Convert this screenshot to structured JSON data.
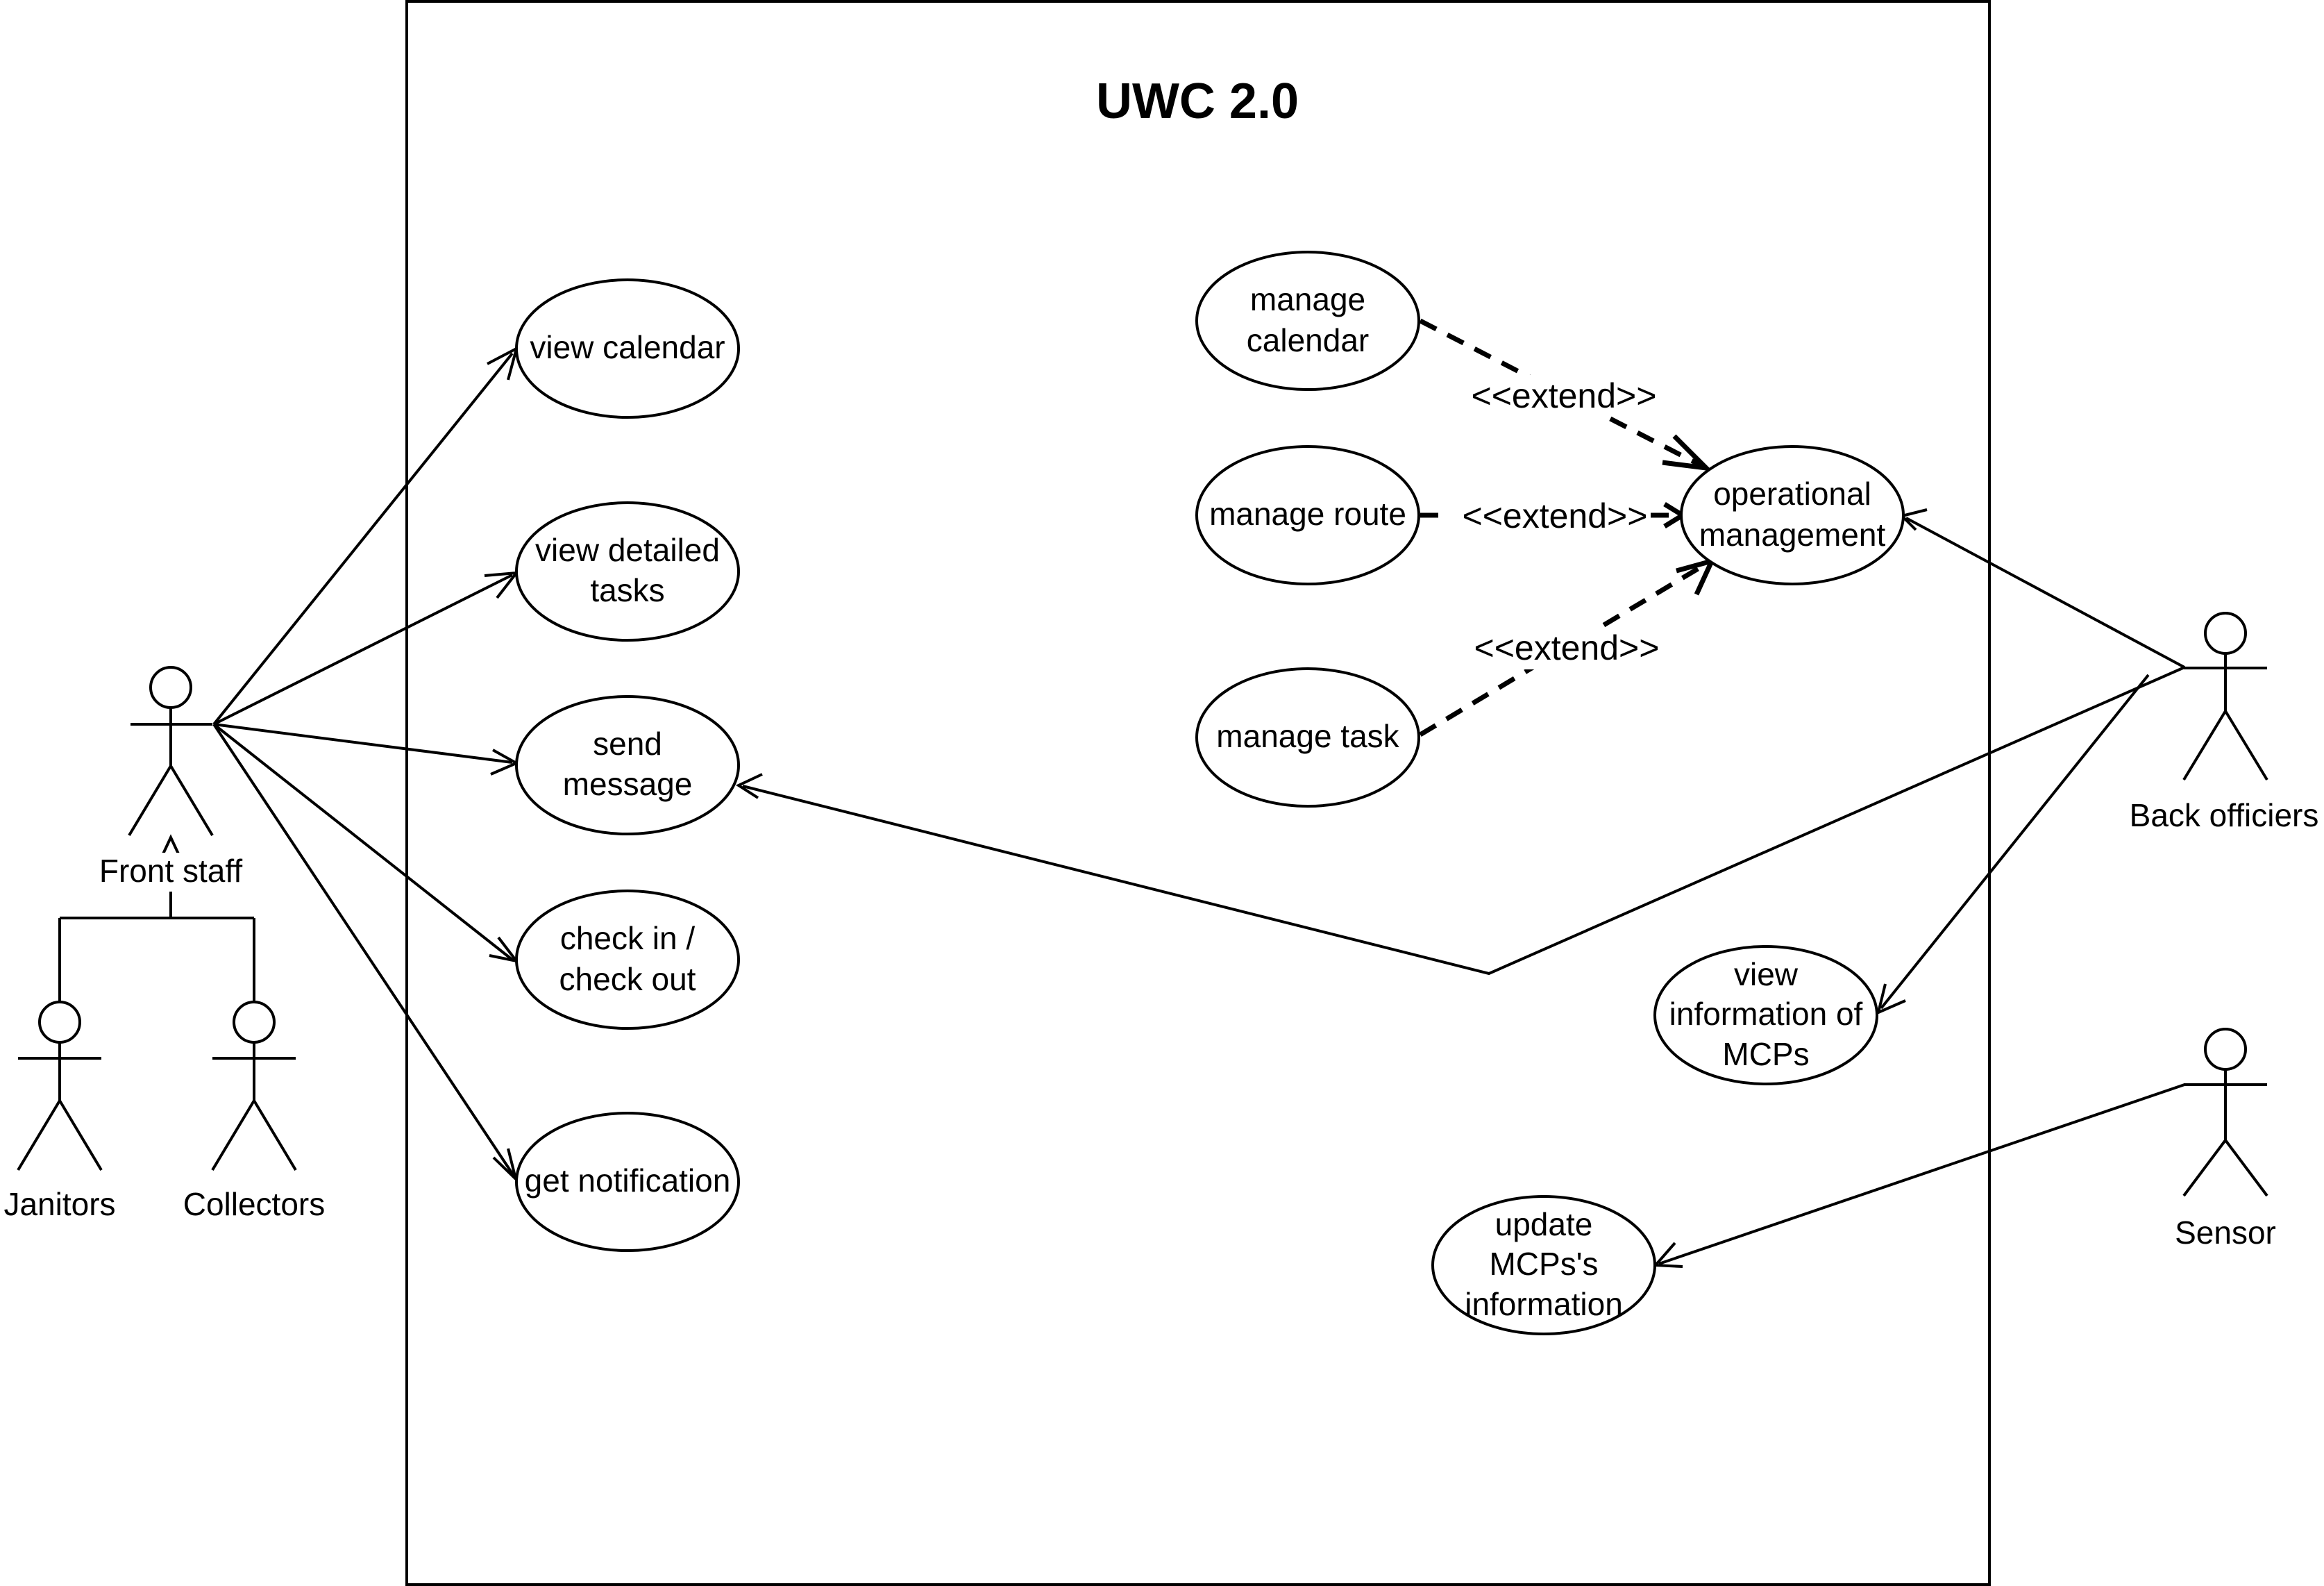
{
  "diagram": {
    "title": "UWC 2.0",
    "actors": {
      "front_staff": "Front staff",
      "janitors": "Janitors",
      "collectors": "Collectors",
      "back_officers": "Back officiers",
      "sensor": "Sensor"
    },
    "use_cases": {
      "view_calendar": [
        "view calendar"
      ],
      "view_detailed_tasks": [
        "view detailed",
        "tasks"
      ],
      "send_message": [
        "send",
        "message"
      ],
      "check_in_out": [
        "check in /",
        "check out"
      ],
      "get_notification": [
        "get notification"
      ],
      "manage_calendar": [
        "manage",
        "calendar"
      ],
      "manage_route": [
        "manage route"
      ],
      "manage_task": [
        "manage task"
      ],
      "operational_management": [
        "operational",
        "management"
      ],
      "view_mcp_info": [
        "view",
        "information of",
        "MCPs"
      ],
      "update_mcp_info": [
        "update",
        "MCPs's",
        "information"
      ]
    },
    "stereotypes": {
      "extend_calendar": "<<extend>>",
      "extend_route": "<<extend>>",
      "extend_task": "<<extend>>"
    }
  }
}
